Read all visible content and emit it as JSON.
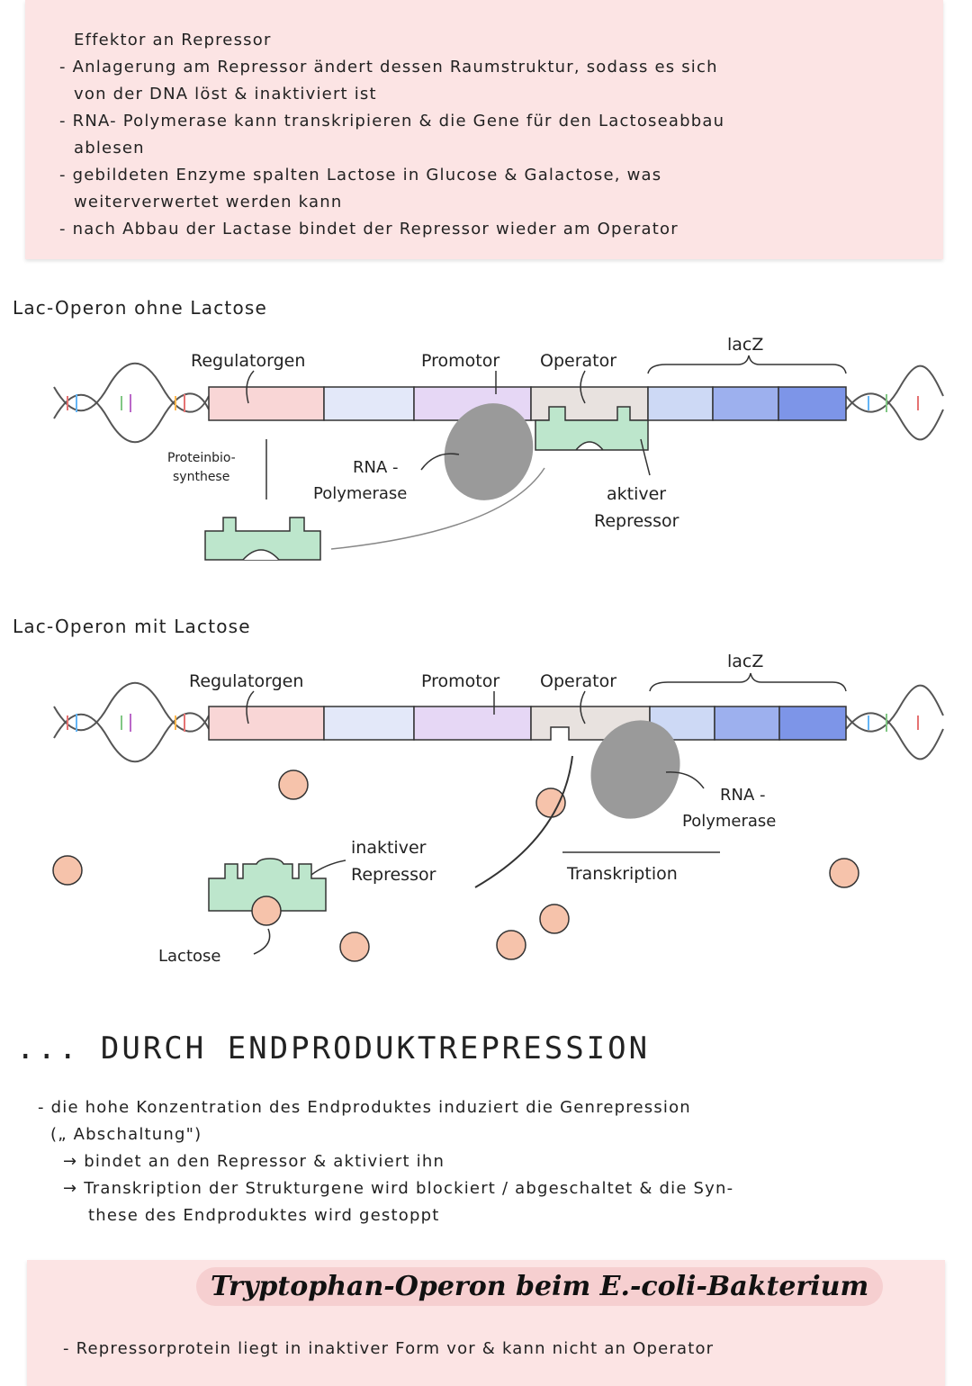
{
  "effector_box": {
    "title": "Effektor an Repressor",
    "lines": [
      "- Anlagerung am Repressor ändert dessen Raumstruktur, sodass es sich",
      "von der DNA löst & inaktiviert ist",
      "- RNA- Polymerase kann transkripieren & die Gene für den Lactoseabbau",
      "ablesen",
      "- gebildeten Enzyme spalten Lactose in Glucose & Galactose, was",
      "weiterverwertet werden kann",
      "- nach Abbau der Lactase bindet der Repressor wieder am Operator"
    ]
  },
  "diagram1": {
    "heading": "Lac-Operon ohne Lactose",
    "regulatorgen": "Regulatorgen",
    "promotor": "Promotor",
    "operator": "Operator",
    "lacz": "lacZ",
    "proteinbio_1": "Proteinbio-",
    "proteinbio_2": "synthese",
    "rna_1": "RNA -",
    "rna_2": "Polymerase",
    "repressor_1": "aktiver",
    "repressor_2": "Repressor"
  },
  "diagram2": {
    "heading": "Lac-Operon mit Lactose",
    "regulatorgen": "Regulatorgen",
    "promotor": "Promotor",
    "operator": "Operator",
    "lacz": "lacZ",
    "rna_1": "RNA -",
    "rna_2": "Polymerase",
    "inaktiver_1": "inaktiver",
    "inaktiver_2": "Repressor",
    "transkription": "Transkription",
    "lactose": "Lactose"
  },
  "endprodukt": {
    "heading": "... DURCH ENDPRODUKTREPRESSION",
    "lines": [
      "- die hohe Konzentration des Endproduktes induziert die Genrepression",
      "(„ Abschaltung\")",
      "→ bindet an den Repressor & aktiviert ihn",
      "→ Transkription der Strukturgene wird blockiert / abgeschaltet & die Syn-",
      "these des Endproduktes wird gestoppt"
    ]
  },
  "tryptophan": {
    "title": "Tryptophan-Operon beim E.-coli-Bakterium",
    "line": "- Repressorprotein liegt in inaktiver Form vor & kann nicht an Operator"
  },
  "colors": {
    "box_pink": "#fce4e4",
    "regulator": "#f9d6d6",
    "segment_blue_light": "#e3e8f9",
    "promotor": "#e6d7f5",
    "operator": "#e8e2df",
    "lacz_1": "#cdd9f5",
    "lacz_2": "#9db0ee",
    "lacz_3": "#7d95e8",
    "repressor": "#bde6cc",
    "polymerase": "#9a9a9a",
    "lactose": "#f6c3ab"
  }
}
